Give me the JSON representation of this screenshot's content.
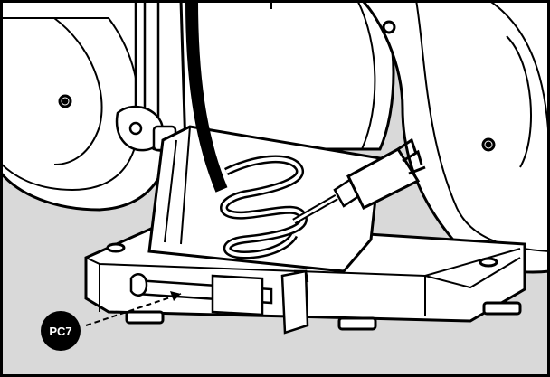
{
  "callout": {
    "label": "PC7"
  },
  "colors": {
    "background": "#d9d9d9",
    "line": "#000000",
    "part_fill": "#ffffff",
    "callout_fill": "#000000"
  },
  "icons": [
    "grinder-illustration",
    "power-cord-illustration",
    "wrench-clip-illustration"
  ]
}
